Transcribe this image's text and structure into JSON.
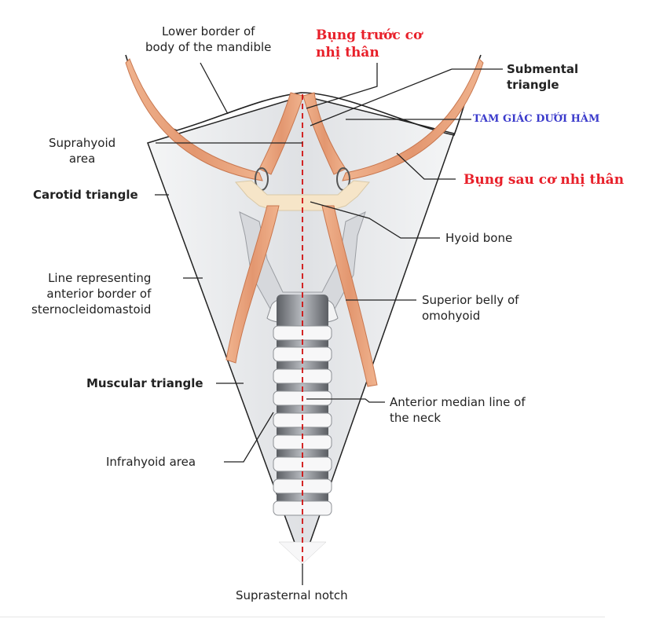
{
  "labels": {
    "lower_border": "Lower border of\nbody of the mandible",
    "bung_truoc": "Bụng trước cơ\nnhị thân",
    "submental": "Submental\ntriangle",
    "tam_giac": "TAM GIÁC DƯỚI HÀM",
    "suprahyoid": "Suprahyoid\narea",
    "bung_sau": "Bụng sau cơ nhị thân",
    "carotid": "Carotid triangle",
    "hyoid_bone": "Hyoid bone",
    "line_representing": "Line representing\nanterior border of\nsternocleidomastoid",
    "superior_belly": "Superior belly of\nomohyoid",
    "muscular": "Muscular triangle",
    "anterior_median": "Anterior median line of\nthe neck",
    "infrahyoid": "Infrahyoid area",
    "suprasternal": "Suprasternal notch"
  },
  "colors": {
    "muscle": "#e8a27a",
    "muscle_dark": "#c8774f",
    "bone": "#f6e5c8",
    "cartilage": "#d3d6da",
    "neck_fill": "#e4e6e9",
    "line": "#222222",
    "red_text": "#e8202a",
    "blue_text": "#3a3acb",
    "median": "#d01010"
  }
}
